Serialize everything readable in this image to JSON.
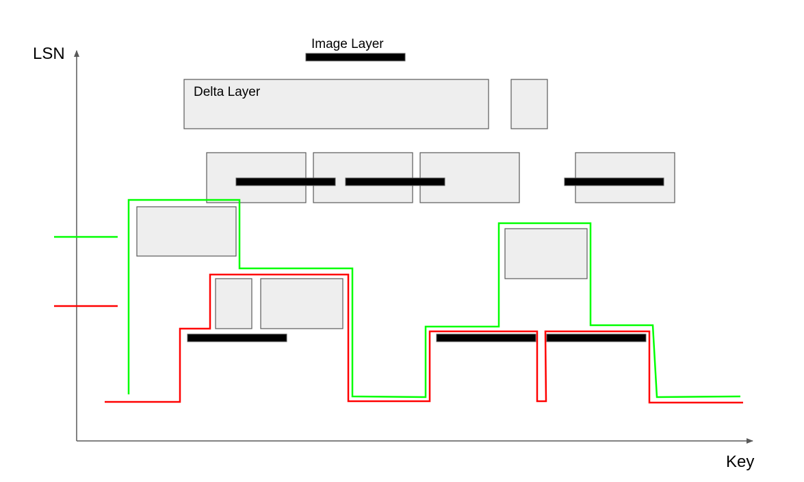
{
  "labels": {
    "y_axis": "LSN",
    "x_axis": "Key",
    "image_layer": "Image Layer",
    "delta_layer": "Delta Layer"
  },
  "colors": {
    "axis": "#595959",
    "delta_fill": "#eeeeee",
    "delta_stroke": "#595959",
    "image_fill": "#000000",
    "line_green": "#00ff00",
    "line_red": "#ff0000"
  }
}
